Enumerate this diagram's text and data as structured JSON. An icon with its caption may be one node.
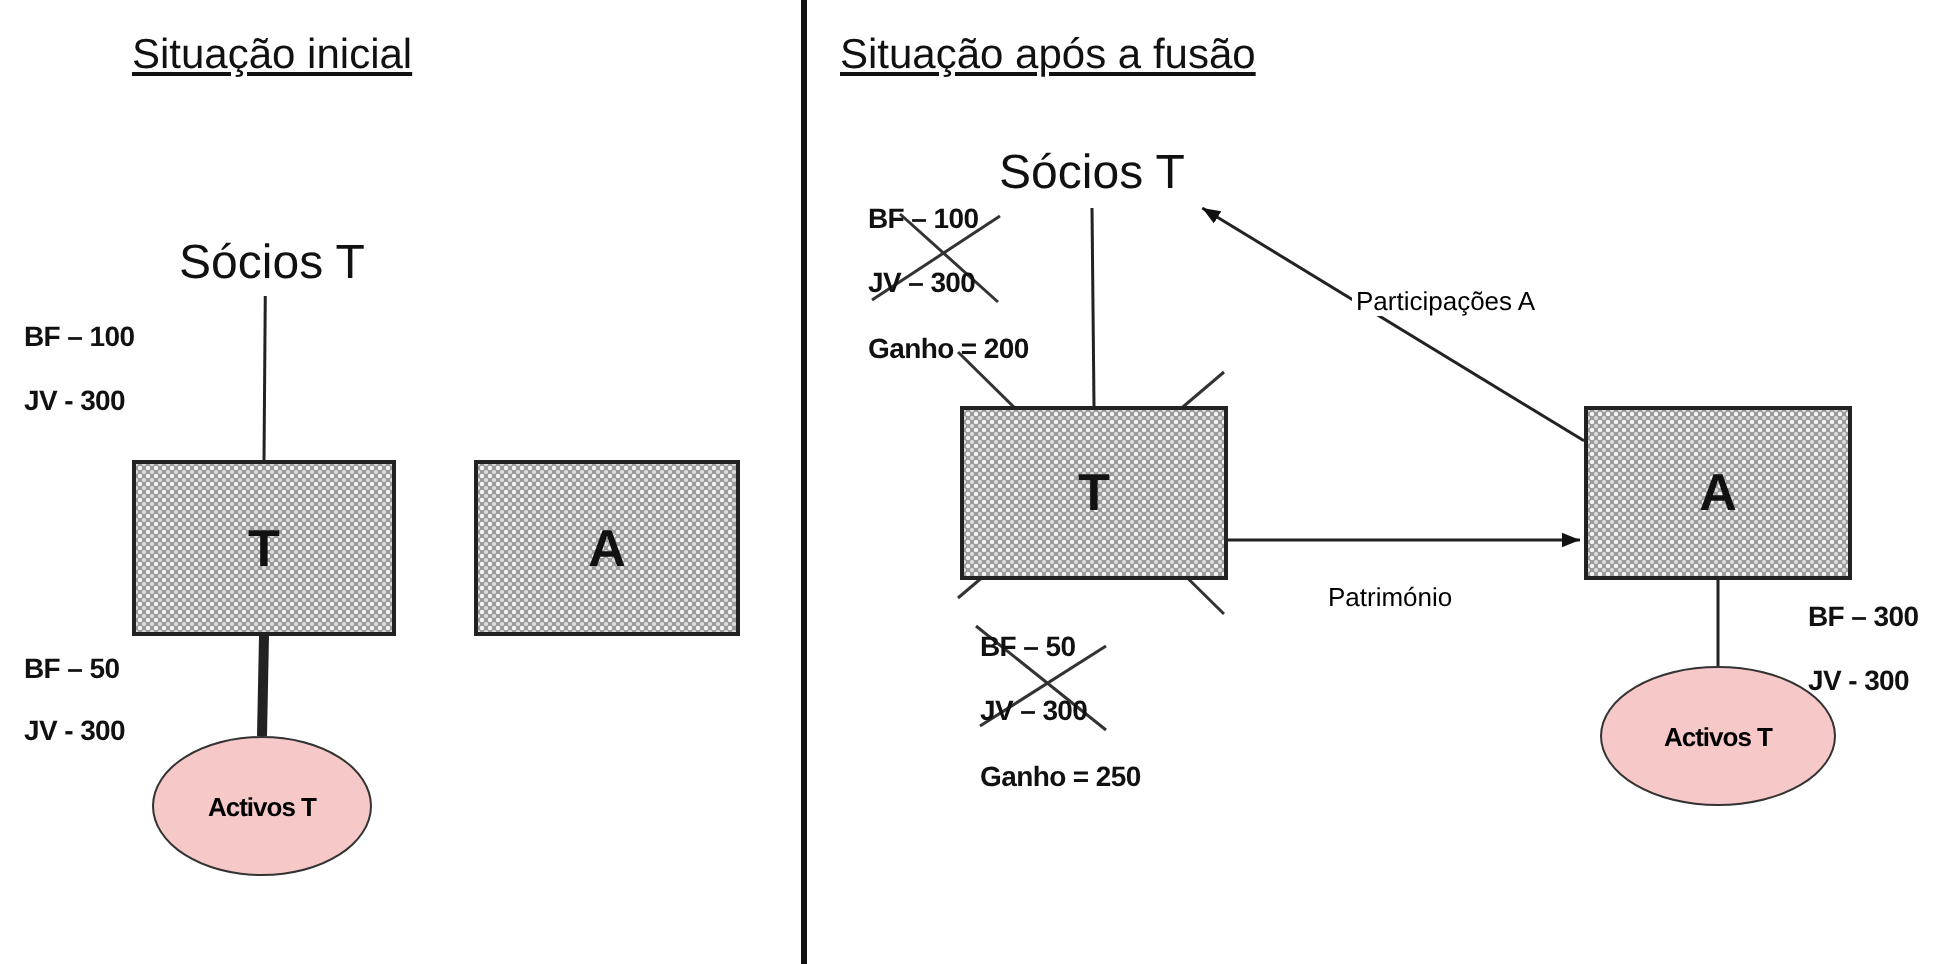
{
  "diagram": {
    "nodes": [
      {
        "text": [
          "Sócios T"
        ]
      },
      {
        "text": [
          "T"
        ]
      },
      {
        "text": [
          "A"
        ]
      },
      {
        "text": [
          "Activos T"
        ]
      },
      {
        "text": [
          "Sócios T"
        ]
      },
      {
        "text": [
          "T"
        ]
      },
      {
        "text": [
          "A"
        ]
      },
      {
        "text": [
          "Activos T"
        ]
      }
    ],
    "edges": [
      {
        "from": 0,
        "to": 1,
        "arrow": "none"
      },
      {
        "from": 1,
        "to": 3,
        "arrow": "none",
        "style": "thick"
      },
      {
        "from": 5,
        "to": 6,
        "arrow": "to",
        "label": "Património"
      },
      {
        "from": 6,
        "to": 4,
        "arrow": "to",
        "label": "Participações A"
      },
      {
        "from": 4,
        "to": 5,
        "arrow": "none"
      },
      {
        "from": 6,
        "to": 7,
        "arrow": "none"
      }
    ],
    "labels": [
      "Situação inicial",
      "Situação após a fusão",
      "BF – 100",
      "JV - 300",
      "BF – 50",
      "JV - 300",
      "BF – 100",
      "JV – 300",
      "Ganho = 200",
      "BF – 50",
      "JV – 300",
      "Ganho = 250",
      "BF – 300",
      "JV - 300"
    ]
  }
}
